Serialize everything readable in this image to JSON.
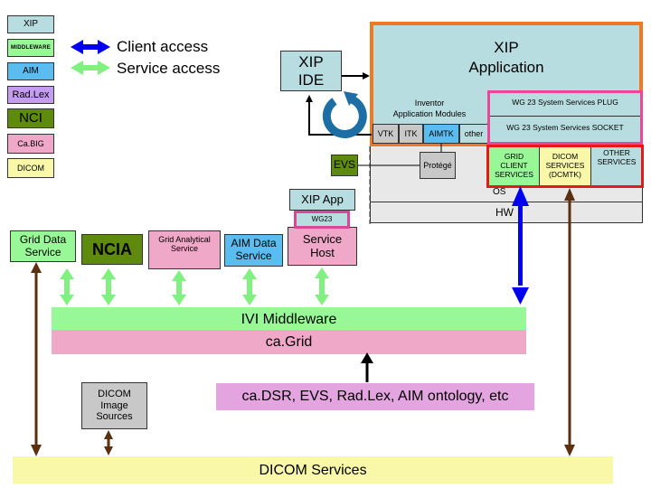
{
  "legend": {
    "items": [
      {
        "label": "XIP",
        "color": "#b8dde0"
      },
      {
        "label": "MIDDLEWARE",
        "color": "#98f898"
      },
      {
        "label": "AIM",
        "color": "#5bbcf0"
      },
      {
        "label": "Rad.Lex",
        "color": "#c49cf0"
      },
      {
        "label": "NCI",
        "color": "#5e8a0e"
      },
      {
        "label": "Ca.BIG",
        "color": "#f0a8c8"
      },
      {
        "label": "DICOM",
        "color": "#f8f8a8"
      }
    ],
    "arrows": [
      {
        "label": "Client access",
        "color": "#0000ee"
      },
      {
        "label": "Service access",
        "color": "#80f080"
      }
    ]
  },
  "xip_ide": {
    "line1": "XIP",
    "line2": "IDE"
  },
  "xip_application": {
    "line1": "XIP",
    "line2": "Application",
    "inventor_line1": "Inventor",
    "inventor_line2": "Application Modules",
    "modules": [
      "VTK",
      "ITK",
      "AIMTK",
      "other"
    ],
    "wg23_plug": "WG 23 System Services PLUG",
    "wg23_socket": "WG 23 System Services SOCKET",
    "services": [
      {
        "lines": [
          "GRID",
          "CLIENT",
          "SERVICES"
        ]
      },
      {
        "lines": [
          "DICOM",
          "SERVICES",
          "(DCMTK)"
        ]
      },
      {
        "lines": [
          "OTHER",
          "SERVICES"
        ]
      }
    ],
    "os": "OS",
    "hw": "HW"
  },
  "evs": "EVS",
  "protege": "Protégé",
  "xip_app_host": {
    "xip_app": "XIP App",
    "wg23": "WG23",
    "service_line1": "Service",
    "service_line2": "Host"
  },
  "grid_services": [
    {
      "line1": "Grid Data",
      "line2": "Service"
    },
    {
      "line1": "NCIA",
      "line2": ""
    },
    {
      "line1": "Grid Analytical",
      "line2": "Service"
    },
    {
      "line1": "AIM Data",
      "line2": "Service"
    }
  ],
  "ivi_middleware": "IVI Middleware",
  "cagrid": "ca.Grid",
  "ontologies": "ca.DSR, EVS, Rad.Lex, AIM ontology,  etc",
  "dicom_sources": {
    "line1": "DICOM",
    "line2": "Image",
    "line3": "Sources"
  },
  "dicom_services": "DICOM Services"
}
